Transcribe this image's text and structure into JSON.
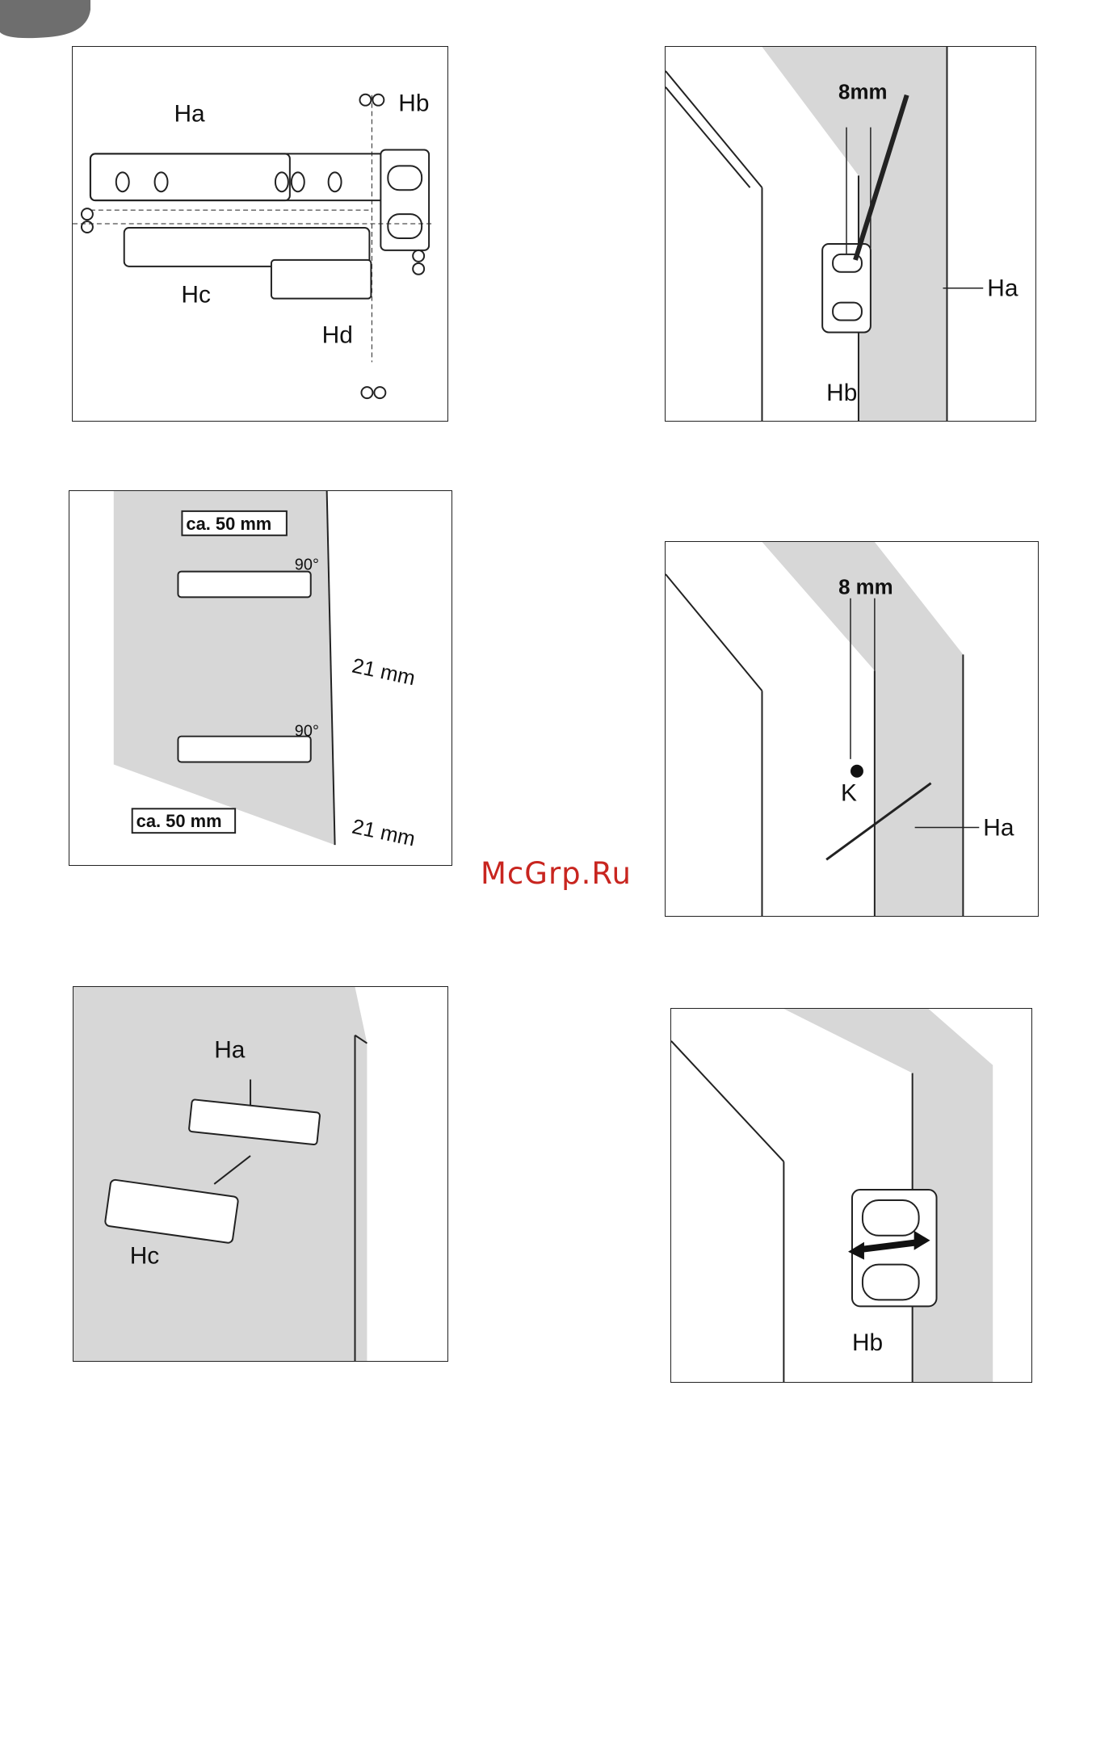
{
  "page": {
    "watermark": "McGrp.Ru"
  },
  "panels": {
    "cut_templates": {
      "ha": "Ha",
      "hb": "Hb",
      "hc": "Hc",
      "hd": "Hd"
    },
    "mark_holes": {
      "distance": "8mm",
      "ha": "Ha",
      "hb": "Hb"
    },
    "place_brackets": {
      "top_distance": "ca. 50 mm",
      "bottom_distance": "ca. 50 mm",
      "angle_top": "90°",
      "angle_bottom": "90°",
      "edge_top": "21 mm",
      "edge_bottom": "21 mm"
    },
    "drill_holes": {
      "distance": "8 mm",
      "k": "K",
      "ha": "Ha"
    },
    "position_ha": {
      "ha": "Ha",
      "hc": "Hc"
    },
    "adjust_hb": {
      "hb": "Hb"
    }
  },
  "colors": {
    "door_grey": "#d7d7d7",
    "ink": "#111111",
    "watermark": "#c8251f"
  }
}
